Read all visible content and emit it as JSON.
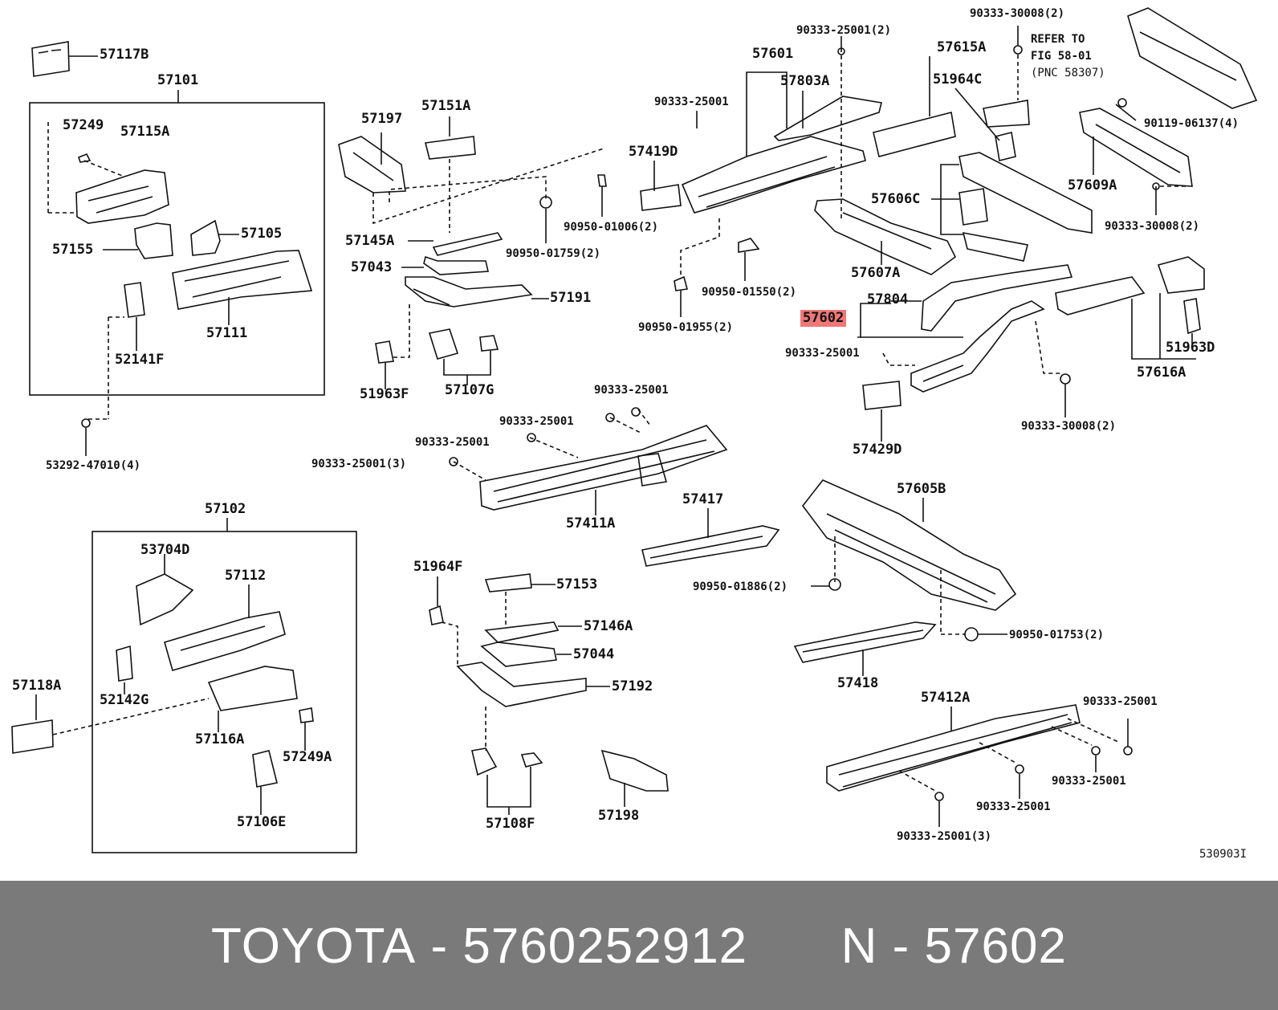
{
  "footer": {
    "brand": "TOYOTA",
    "part_number": "5760252912",
    "variant": "N",
    "ref": "57602",
    "sep1": "-",
    "sep2": "-"
  },
  "highlight": {
    "color": "#ee7777",
    "label": "57602"
  },
  "figure_id": "530903I",
  "note": {
    "line1": "REFER TO",
    "line2": "FIG 58-01",
    "line3": "(PNC 58307)"
  },
  "labels": {
    "l57117B": "57117B",
    "l57101": "57101",
    "l57249": "57249",
    "l57115A": "57115A",
    "l57155": "57155",
    "l57105": "57105",
    "l57111": "57111",
    "l52141F": "52141F",
    "l53292": "53292-47010(4)",
    "l57102": "57102",
    "l53704D": "53704D",
    "l57112": "57112",
    "l57118A": "57118A",
    "l52142G": "52142G",
    "l57116A": "57116A",
    "l57249A": "57249A",
    "l57106E": "57106E",
    "l57197": "57197",
    "l57151A": "57151A",
    "l57145A": "57145A",
    "l57043": "57043",
    "l57191": "57191",
    "l51963F": "51963F",
    "l57107G": "57107G",
    "l90950_01759": "90950-01759(2)",
    "l90950_01006": "90950-01006(2)",
    "l57419D": "57419D",
    "l90333_25001_a": "90333-25001",
    "l57601": "57601",
    "l57803A": "57803A",
    "l90333_25001_2": "90333-25001(2)",
    "l90950_01550": "90950-01550(2)",
    "l90950_01955": "90950-01955(2)",
    "l90333_30008_top": "90333-30008(2)",
    "l57615A": "57615A",
    "l51964C": "51964C",
    "l57606C": "57606C",
    "l57607A": "57607A",
    "l57609A": "57609A",
    "l90119": "90119-06137(4)",
    "l90333_30008_r": "90333-30008(2)",
    "l57804": "57804",
    "l57602": "57602",
    "l90333_25001_b": "90333-25001",
    "l51963D": "51963D",
    "l57616A": "57616A",
    "l90333_30008_b": "90333-30008(2)",
    "l57429D": "57429D",
    "l90333_25001_c": "90333-25001",
    "l90333_25001_d": "90333-25001",
    "l90333_25001_e": "90333-25001",
    "l90333_25001_3a": "90333-25001(3)",
    "l57411A": "57411A",
    "l57417": "57417",
    "l57605B": "57605B",
    "l90950_01886": "90950-01886(2)",
    "l90950_01753": "90950-01753(2)",
    "l57418": "57418",
    "l51964F": "51964F",
    "l57153": "57153",
    "l57146A": "57146A",
    "l57044": "57044",
    "l57192": "57192",
    "l57108F": "57108F",
    "l57198": "57198",
    "l57412A": "57412A",
    "l90333_25001_f": "90333-25001",
    "l90333_25001_g": "90333-25001",
    "l90333_25001_h": "90333-25001",
    "l90333_25001_3b": "90333-25001(3)"
  }
}
